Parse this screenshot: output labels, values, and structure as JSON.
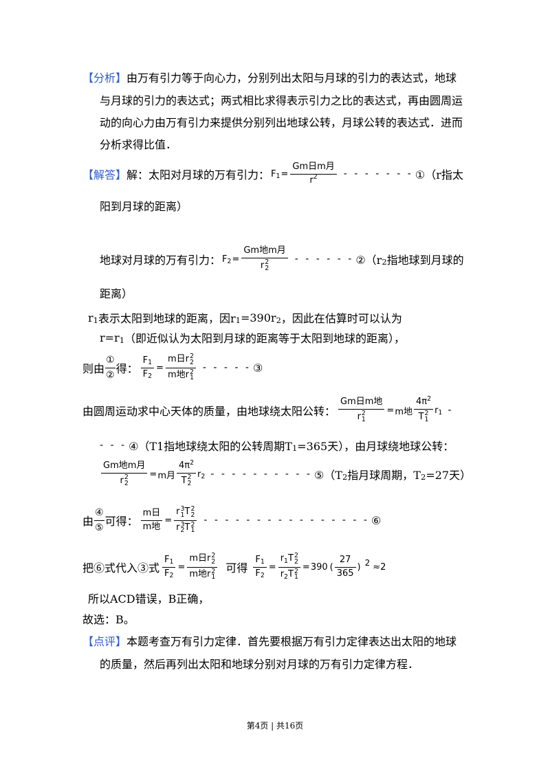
{
  "colors": {
    "tag": "#2e5bc8",
    "text": "#000000"
  },
  "analysis": {
    "tag": "【分析】",
    "line1": "由万有引力等于向心力，分别列出太阳与月球的引力的表达式，地球",
    "line2": "与月球的引力的表达式；两式相比求得表示引力之比的表达式，再由圆周运",
    "line3": "动的向心力由万有引力来提供分别列出地球公转，月球公转的表达式．进而",
    "line4": "分析求得比值．"
  },
  "solution": {
    "tag": "【解答】",
    "eq": "=",
    "l1": {
      "text": "解：太阳对月球的万有引力：",
      "lhs": "F",
      "lhs_sub": "1",
      "num": "Gm日m月",
      "den": "r",
      "den_sup": "2",
      "dashes": "- - - - - - -",
      "tail": "①（r指太"
    },
    "l2": "阳到月球的距离）",
    "l3": {
      "text": "地球对月球的万有引力：",
      "lhs": "F",
      "lhs_sub": "2",
      "num": "Gm地m月",
      "den": "r",
      "den_sup": "2",
      "den_sub": "2",
      "dashes": "- - - - - -",
      "tail_a": "②（r",
      "tail_sub": "2",
      "tail_b": "指地球到月球的"
    },
    "l4": "距离）",
    "l5": {
      "a": "r",
      "a_sub": "1",
      "b": "表示太阳到地球的距离，因r",
      "b_sub": "1",
      "c": "=390r",
      "c_sub": "2",
      "d": "，因此在估算时可以认为"
    },
    "l6": {
      "a": "r=r",
      "a_sub": "1",
      "b": "（即近似认为太阳到月球的距离等于太阳到地球的距离），"
    },
    "l7": {
      "pre": "则由",
      "ratio_num": "①",
      "ratio_den": "②",
      "post": "得：",
      "f_num": "F",
      "f_num_sub": "1",
      "f_den": "F",
      "f_den_sub": "2",
      "r_num": "m日r",
      "r_num_sup": "2",
      "r_num_sub": "2",
      "r_den": "m地r",
      "r_den_sup": "2",
      "r_den_sub": "1",
      "dashes": "- - - - -",
      "tail": "③"
    },
    "l8": {
      "text": "由圆周运动求中心天体的质量，由地球绕太阳公转：",
      "num": "Gm日m地",
      "den": "r",
      "den_sup": "2",
      "den_sub": "1",
      "mass": "m地",
      "k_num": "4π",
      "k_num_sup": "2",
      "k_den": "T",
      "k_den_sup": "2",
      "k_den_sub": "1",
      "r": "r",
      "r_sub": "1",
      "dashes": "-"
    },
    "l9": {
      "dashes": "- - -",
      "a": "④（T1指地球绕太阳的公转周期T",
      "a_sub": "1",
      "b": "=365天），由月球绕地球公转："
    },
    "l10": {
      "num": "Gm地m月",
      "den": "r",
      "den_sup": "2",
      "den_sub": "2",
      "mass": "m月",
      "k_num": "4π",
      "k_num_sup": "2",
      "k_den": "T",
      "k_den_sup": "2",
      "k_den_sub": "2",
      "r": "r",
      "r_sub": "2",
      "dashes": "- - - - - - - - - -",
      "a": "⑤（T",
      "a_sub": "2",
      "b": "指月球周期，T",
      "b_sub": "2",
      "c": "=27天）"
    },
    "l11": {
      "pre": "由",
      "ratio_num": "④",
      "ratio_den": "⑤",
      "post": "可得：",
      "m_num": "m日",
      "m_den": "m地",
      "num_r": "r",
      "num_r_sup": "3",
      "num_r_sub": "1",
      "num_t": "T",
      "num_t_sup": "2",
      "num_t_sub": "2",
      "den_r": "r",
      "den_r_sup": "3",
      "den_r_sub": "2",
      "den_t": "T",
      "den_t_sup": "2",
      "den_t_sub": "1",
      "dashes": "- - - - - - - - - - - - - - - -",
      "tail": "⑥"
    },
    "l12": {
      "pre": "把⑥式代入③式",
      "f_num": "F",
      "f_num_sub": "1",
      "f_den": "F",
      "f_den_sub": "2",
      "a_num": "m日r",
      "a_num_sup": "2",
      "a_num_sub": "2",
      "a_den": "m地r",
      "a_den_sup": "2",
      "a_den_sub": "1",
      "mid": "可得",
      "b_num_r": "r",
      "b_num_r_sub": "1",
      "b_num_t": "T",
      "b_num_t_sup": "2",
      "b_num_t_sub": "2",
      "b_den_r": "r",
      "b_den_r_sub": "2",
      "b_den_t": "T",
      "b_den_t_sup": "2",
      "b_den_t_sub": "1",
      "coef": "390",
      "paren_l": "(",
      "c_num": "27",
      "c_den": "365",
      "paren_r": ")",
      "pow": "2",
      "approx": "≈2"
    },
    "l13": "所以ACD错误，B正确，",
    "l14": "故选：B。"
  },
  "review": {
    "tag": "【点评】",
    "line1": "本题考查万有引力定律．首先要根据万有引力定律表达出太阳的地球",
    "line2": "的质量，然后再列出太阳和地球分别对月球的万有引力定律方程．"
  },
  "footer": "第4页 | 共16页"
}
